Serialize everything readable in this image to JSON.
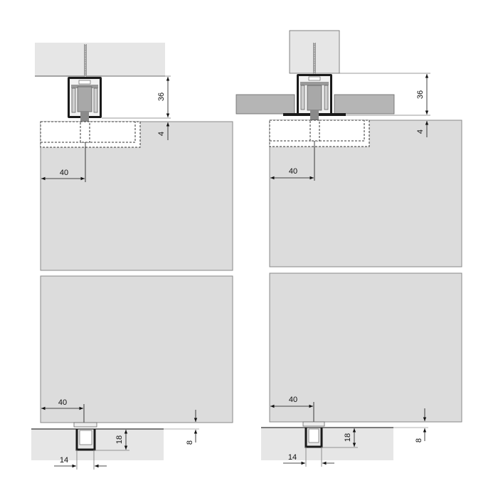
{
  "colors": {
    "door": "#dcdcdc",
    "ceiling": "#e6e6e6",
    "panel": "#b5b5b5",
    "profile": "#1a1a1a"
  },
  "left": {
    "track_height": "36",
    "gap_top": "4",
    "offset_top": "40",
    "offset_bottom": "40",
    "guide_depth": "18",
    "gap_bottom": "8",
    "guide_width": "14"
  },
  "right": {
    "track_height": "36",
    "gap_top": "4",
    "offset_top": "40",
    "offset_bottom": "40",
    "guide_depth": "18",
    "gap_bottom": "8",
    "guide_width": "14"
  }
}
